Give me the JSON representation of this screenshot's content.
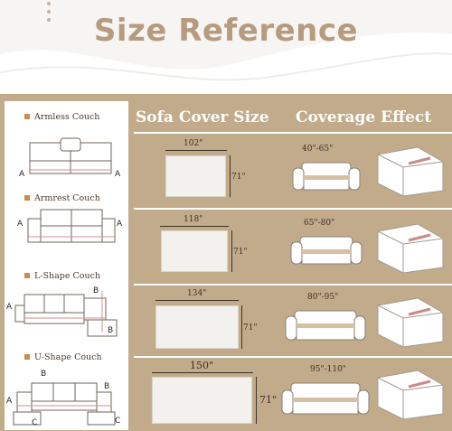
{
  "header": {
    "title": "Size Reference"
  },
  "columns": {
    "size": "Sofa Cover Size",
    "effect": "Coverage Effect"
  },
  "couches": [
    {
      "name": "Armless Couch",
      "labels": [
        "A",
        "A"
      ]
    },
    {
      "name": "Armrest Couch",
      "labels": [
        "A",
        "A"
      ]
    },
    {
      "name": "L-Shape Couch",
      "labels": [
        "A",
        "B",
        "B"
      ]
    },
    {
      "name": "U-Shape Couch",
      "labels": [
        "B",
        "A",
        "C",
        "B",
        "C"
      ]
    }
  ],
  "rows": [
    {
      "width": "102\"",
      "height": "71\"",
      "range": "40\"-65\""
    },
    {
      "width": "118\"",
      "height": "71\"",
      "range": "65\"-80\""
    },
    {
      "width": "134\"",
      "height": "71\"",
      "range": "80\"-95\""
    },
    {
      "width": "150\"",
      "height": "71\"",
      "range": "95\"-110\""
    }
  ],
  "colors": {
    "accent": "#b79b7e",
    "panel": "#c2ab8b",
    "marker": "#c98a4a"
  },
  "icons": [
    "sofa-icon",
    "cover-icon"
  ]
}
